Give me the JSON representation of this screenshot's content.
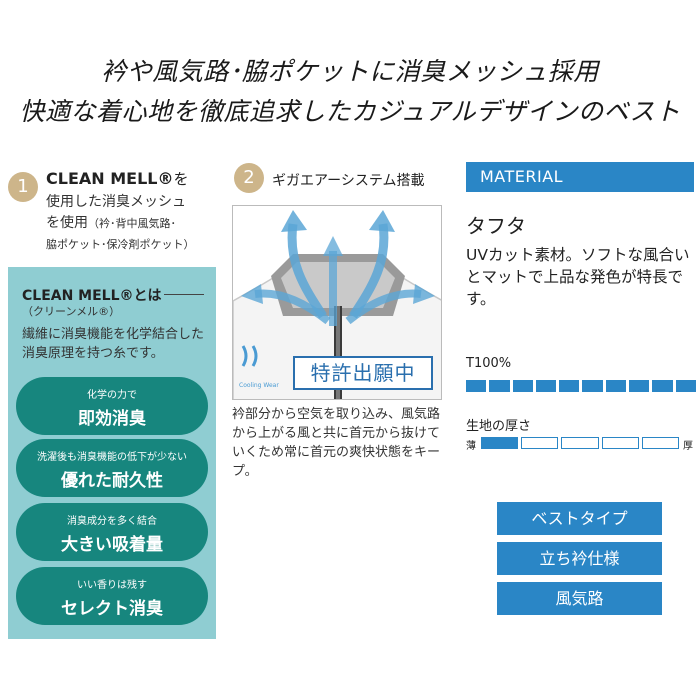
{
  "headline": {
    "line1": "衿や風気路･脇ポケットに消臭メッシュ採用",
    "line2": "快適な着心地を徹底追求したカジュアルデザインのベスト"
  },
  "feature1": {
    "number": "1",
    "title_brand": "CLEAN MELL®",
    "title_suffix": "を",
    "body_line1": "使用した消臭メッシュ",
    "body_line2_main": "を使用",
    "body_line2_note": "（衿･背中風気路･",
    "body_line3": "脇ポケット･保冷剤ポケット）",
    "box": {
      "heading": "CLEAN MELL®とは",
      "reading": "（クリーンメル®）",
      "description": "繊維に消臭機能を化学結合した消臭原理を持つ糸です。",
      "pills": [
        {
          "small": "化学の力で",
          "big": "即効消臭"
        },
        {
          "small": "洗濯後も消臭機能の低下が少ない",
          "big": "優れた耐久性"
        },
        {
          "small": "消臭成分を多く結合",
          "big": "大きい吸着量"
        },
        {
          "small": "いい香りは残す",
          "big": "セレクト消臭"
        }
      ]
    }
  },
  "feature2": {
    "number": "2",
    "title": "ギガエアーシステム搭載",
    "patent": "特許出願中",
    "logo_caption": "Cooling Wear",
    "body": "衿部分から空気を取り込み、風気路から上がる風と共に首元から抜けていくため常に首元の爽快状態をキープ。"
  },
  "material": {
    "header": "MATERIAL",
    "name": "タフタ",
    "description": "UVカット素材。ソフトな風合いとマットで上品な発色が特長です。",
    "composition": "T100%",
    "composition_segments": 10,
    "thickness_label": "生地の厚さ",
    "thin": "薄",
    "thick": "厚",
    "thickness_level": 1,
    "thickness_segments": 5
  },
  "tags": [
    "ベストタイプ",
    "立ち衿仕様",
    "風気路"
  ],
  "colors": {
    "accent_blue": "#2a86c6",
    "teal_box": "#8fcdd2",
    "pill_green": "#17867e",
    "badge_gold": "#cdb58a"
  }
}
